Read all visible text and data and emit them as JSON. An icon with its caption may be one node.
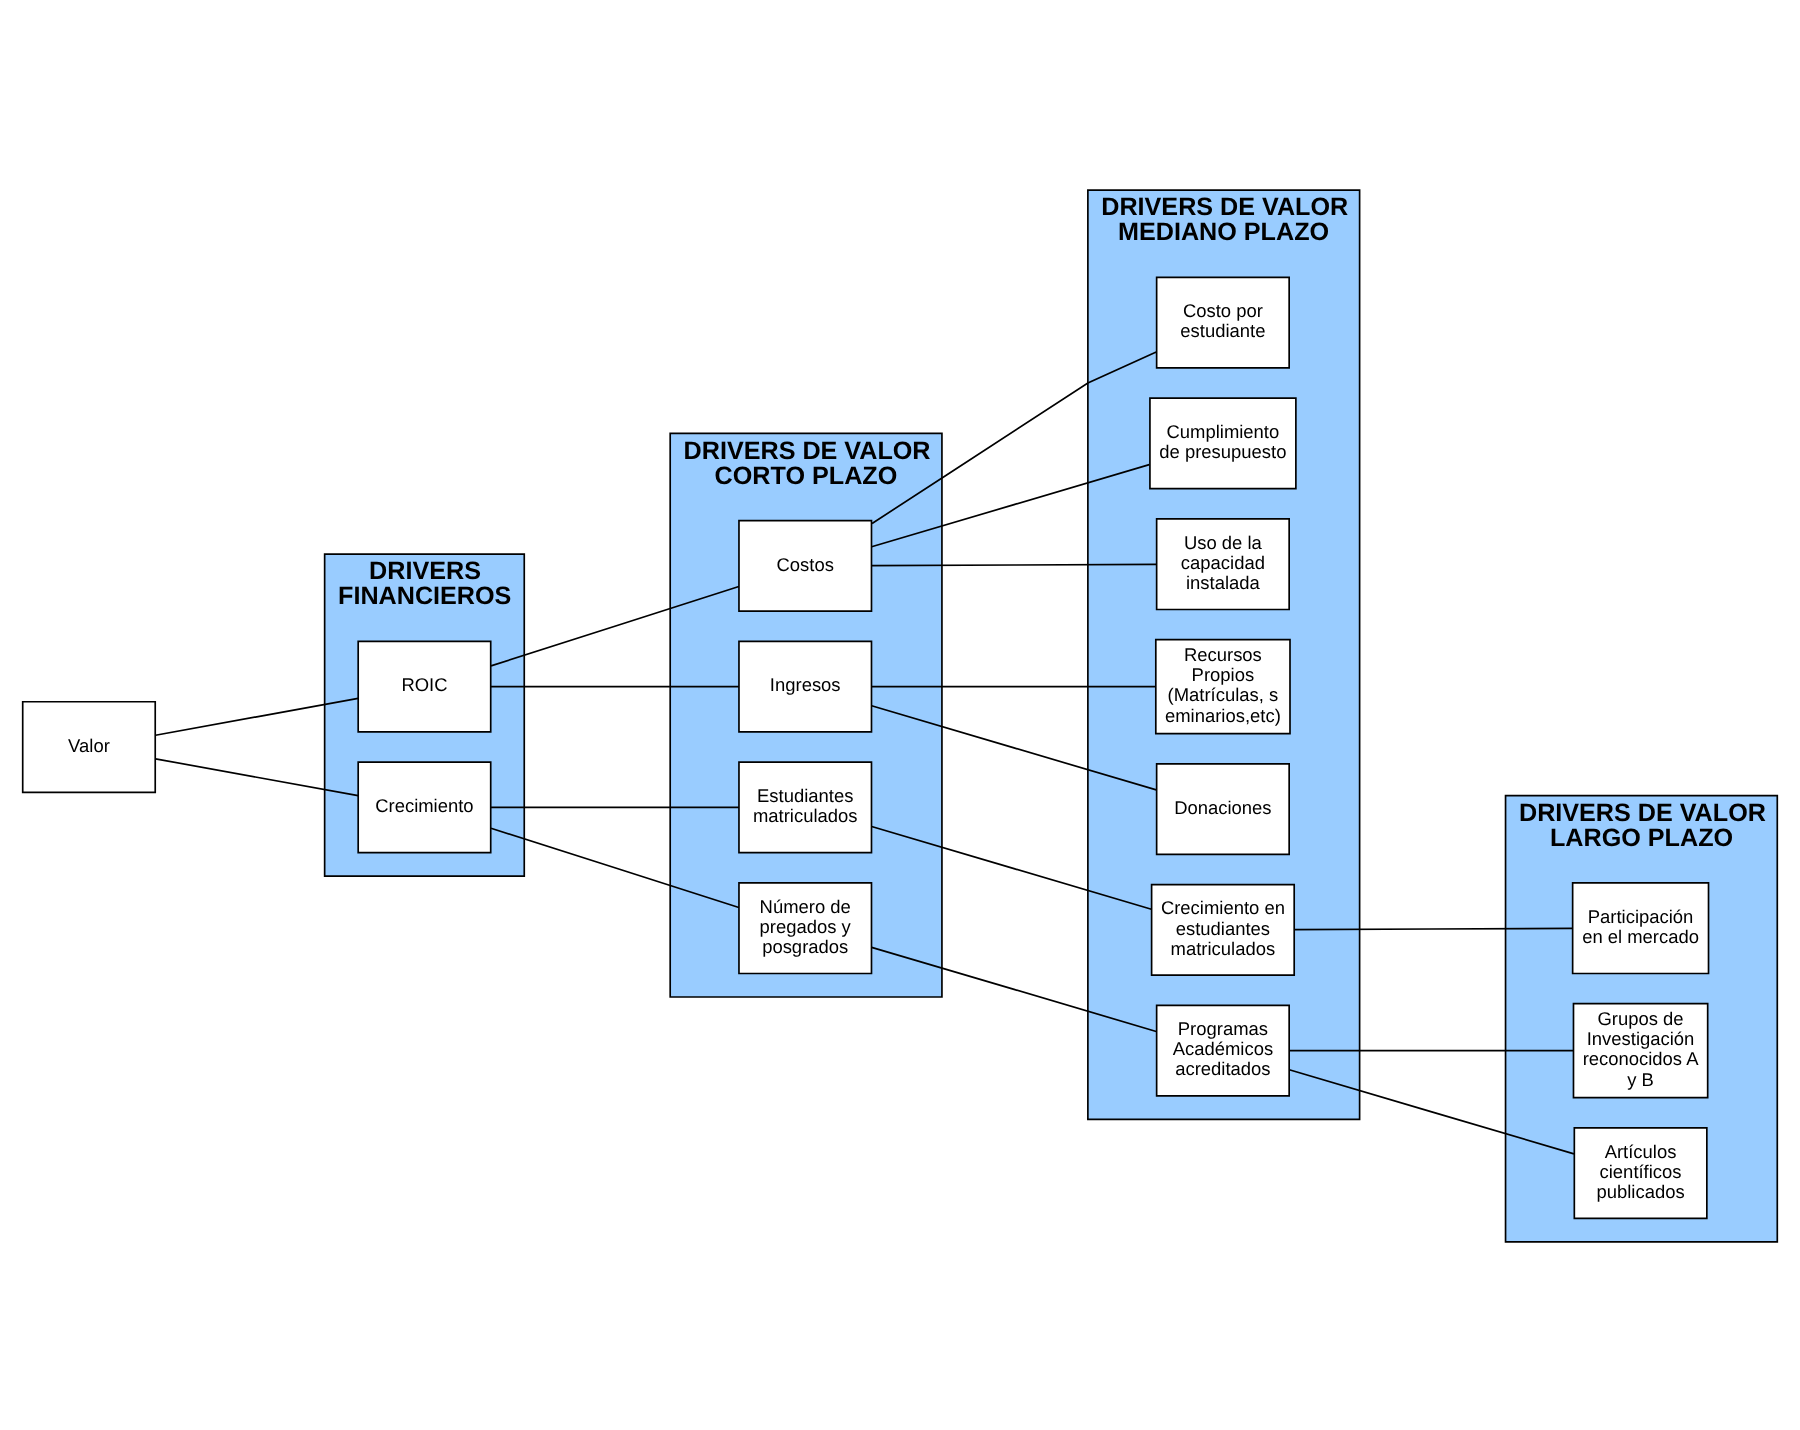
{
  "diagram": {
    "nodes": [
      {
        "text": [
          "Valor"
        ]
      },
      {
        "text": [
          "DRIVERS FINANCIEROS"
        ]
      },
      {
        "text": [
          "ROIC"
        ],
        "in": 1
      },
      {
        "text": [
          "Crecimiento"
        ],
        "in": 1
      },
      {
        "text": [
          "DRIVERS DE VALOR CORTO PLAZO"
        ]
      },
      {
        "text": [
          "Costos"
        ],
        "in": 4
      },
      {
        "text": [
          "Ingresos"
        ],
        "in": 4
      },
      {
        "text": [
          "Estudiantes matriculados"
        ],
        "in": 4
      },
      {
        "text": [
          "Número de pregados y posgrados"
        ],
        "in": 4
      },
      {
        "text": [
          "DRIVERS DE VALOR MEDIANO PLAZO"
        ]
      },
      {
        "text": [
          "Costo por estudiante"
        ],
        "in": 9
      },
      {
        "text": [
          "Cumplimiento de presupuesto"
        ],
        "in": 9
      },
      {
        "text": [
          "Uso de la capacidad instalada"
        ],
        "in": 9
      },
      {
        "text": [
          "Recursos Propios (Matrículas, seminarios,etc)"
        ],
        "in": 9
      },
      {
        "text": [
          "Donaciones"
        ],
        "in": 9
      },
      {
        "text": [
          "Crecimiento en estudiantes matriculados"
        ],
        "in": 9
      },
      {
        "text": [
          "Programas Académicos acreditados"
        ],
        "in": 9
      },
      {
        "text": [
          "DRIVERS DE VALOR LARGO PLAZO"
        ]
      },
      {
        "text": [
          "Participación en el mercado"
        ],
        "in": 17
      },
      {
        "text": [
          "Grupos de Investigación reconocidos A y B"
        ],
        "in": 17
      },
      {
        "text": [
          "Artículos científicos publicados"
        ],
        "in": 17
      }
    ],
    "edges": [
      {
        "from": 0,
        "to": 2,
        "arrow": "none"
      },
      {
        "from": 0,
        "to": 3,
        "arrow": "none"
      },
      {
        "from": 2,
        "to": 5,
        "arrow": "none"
      },
      {
        "from": 2,
        "to": 6,
        "arrow": "none"
      },
      {
        "from": 3,
        "to": 7,
        "arrow": "none"
      },
      {
        "from": 3,
        "to": 8,
        "arrow": "none"
      },
      {
        "from": 5,
        "to": 10,
        "arrow": "none"
      },
      {
        "from": 5,
        "to": 11,
        "arrow": "none"
      },
      {
        "from": 5,
        "to": 12,
        "arrow": "none"
      },
      {
        "from": 6,
        "to": 13,
        "arrow": "none"
      },
      {
        "from": 6,
        "to": 14,
        "arrow": "none"
      },
      {
        "from": 7,
        "to": 15,
        "arrow": "none"
      },
      {
        "from": 8,
        "to": 16,
        "arrow": "none"
      },
      {
        "from": 15,
        "to": 18,
        "arrow": "none"
      },
      {
        "from": 16,
        "to": 19,
        "arrow": "none"
      },
      {
        "from": 16,
        "to": 20,
        "arrow": "none"
      }
    ]
  }
}
